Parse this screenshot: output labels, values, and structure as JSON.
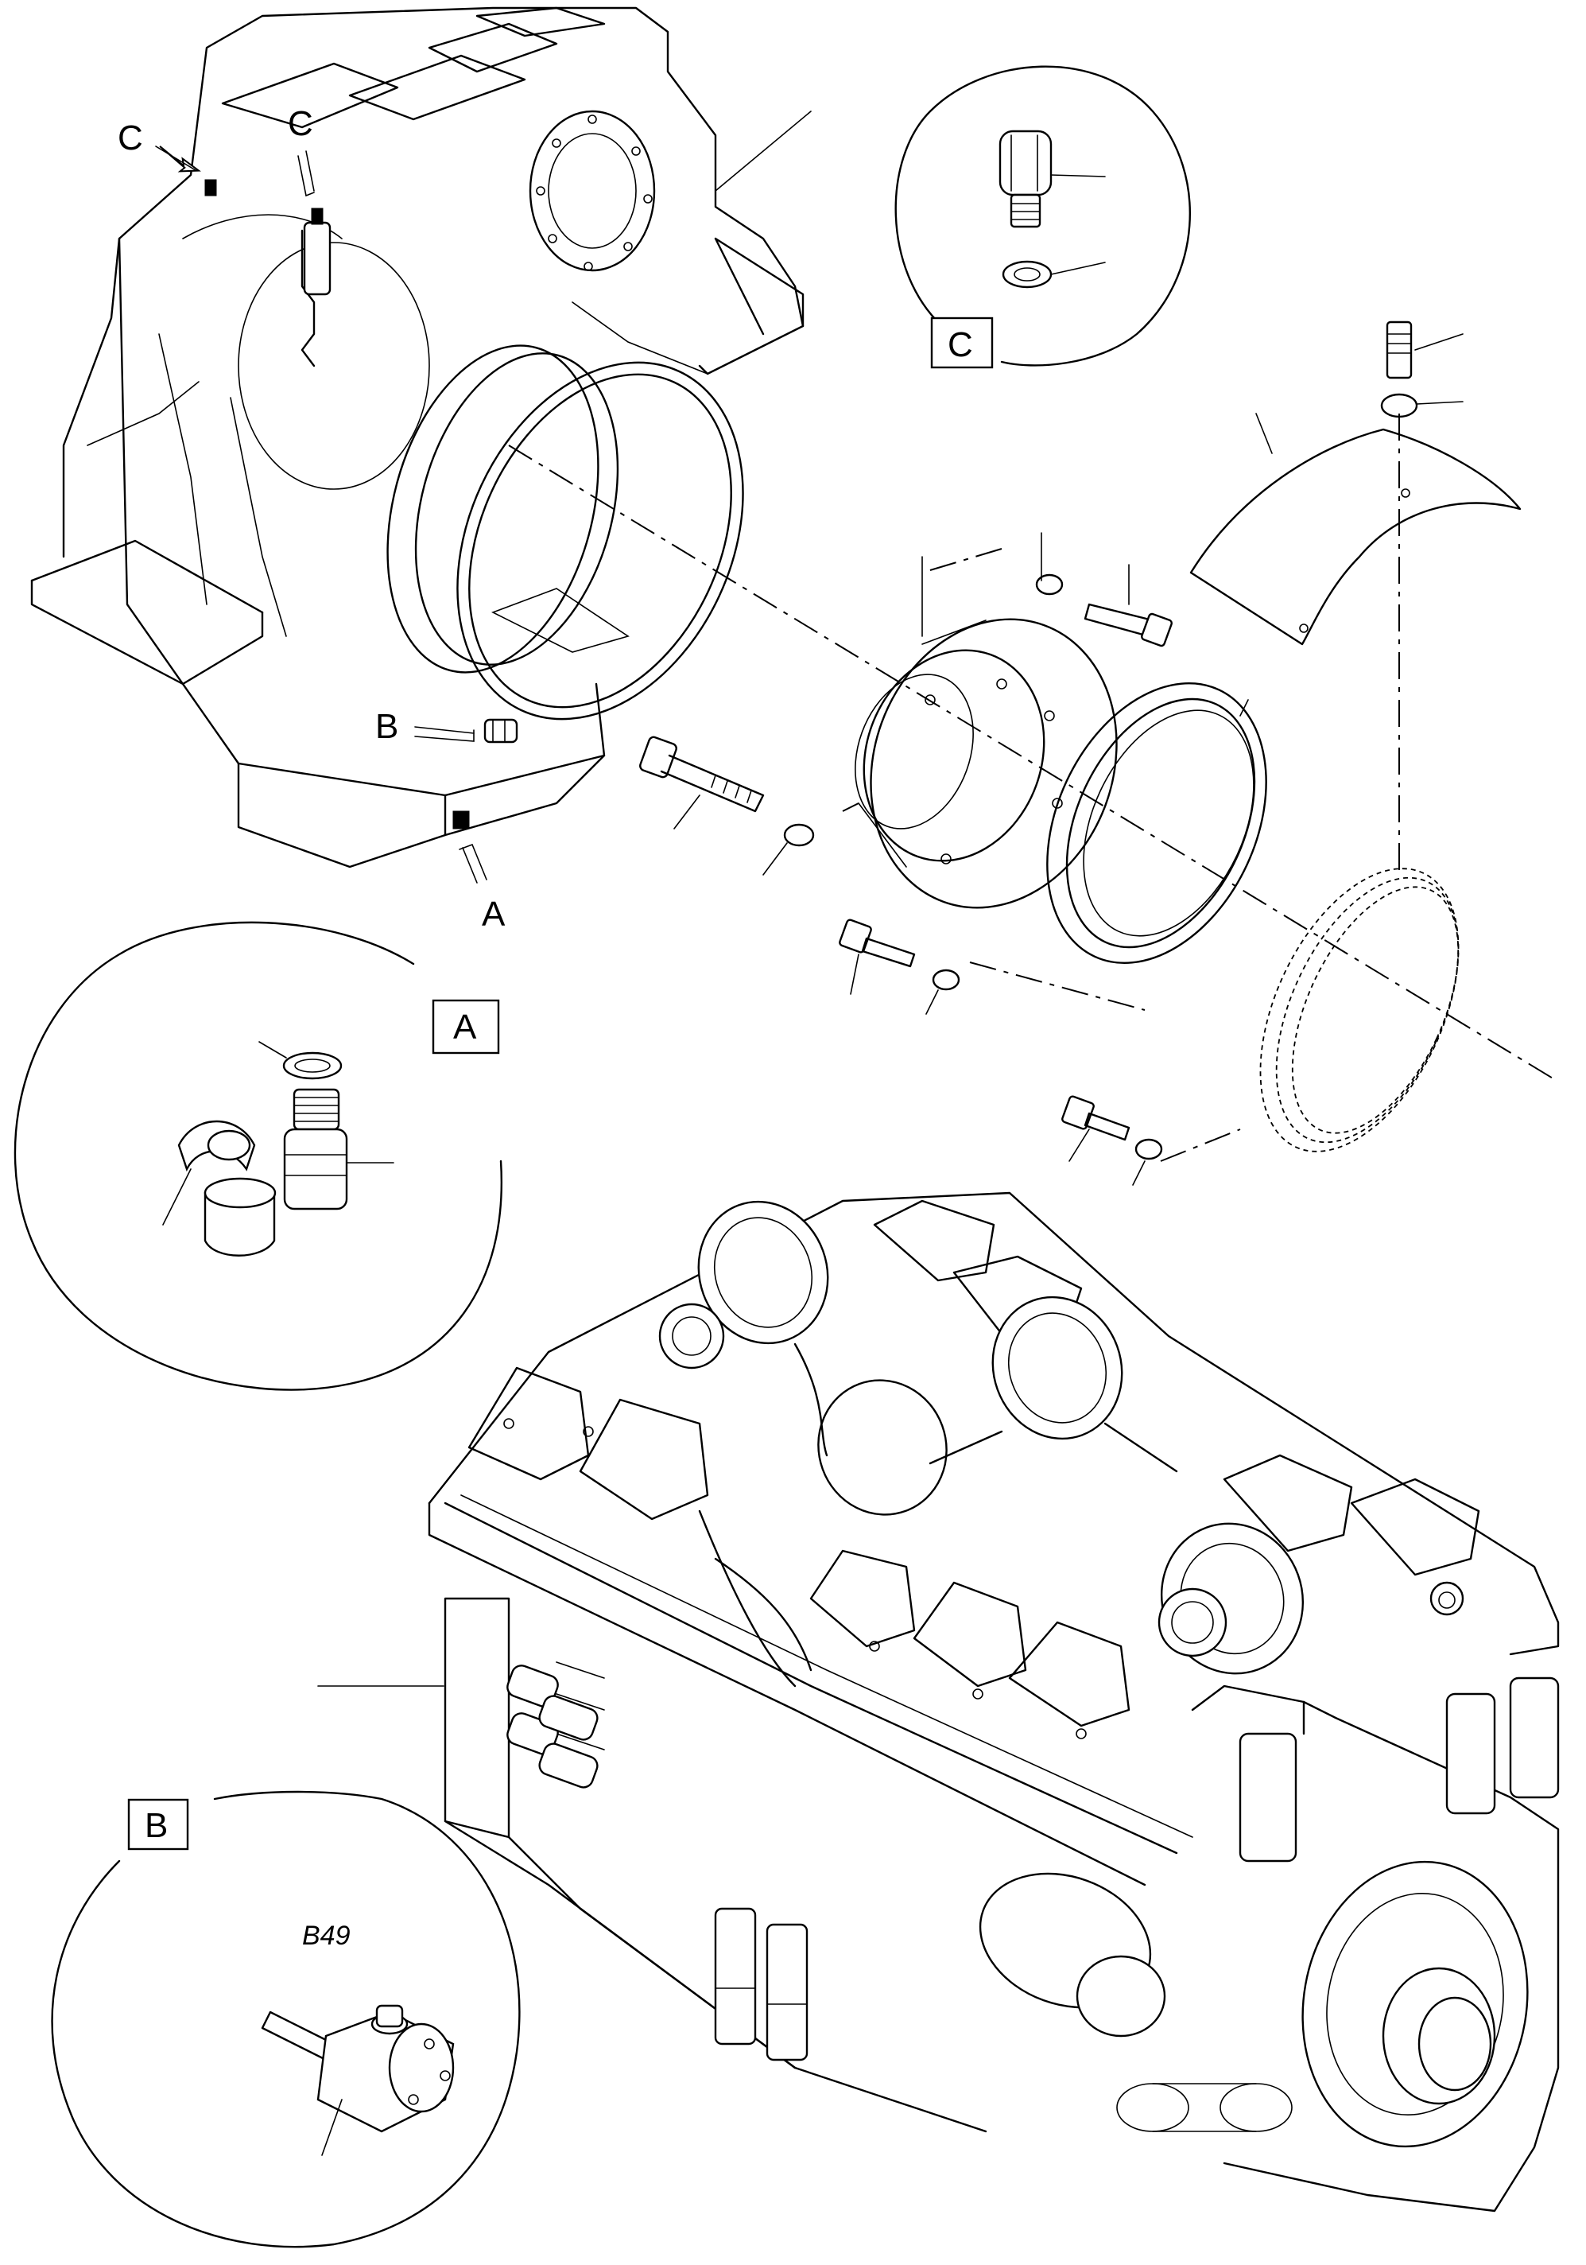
{
  "callouts": {
    "c_top_left": "C",
    "c_top_mid": "C",
    "b_side": "B",
    "a_bottom": "A"
  },
  "detail_boxes": {
    "a": "A",
    "b": "B",
    "c": "C"
  },
  "detail_b_part_code": "B49",
  "colors": {
    "line": "#000000",
    "background": "#ffffff"
  }
}
